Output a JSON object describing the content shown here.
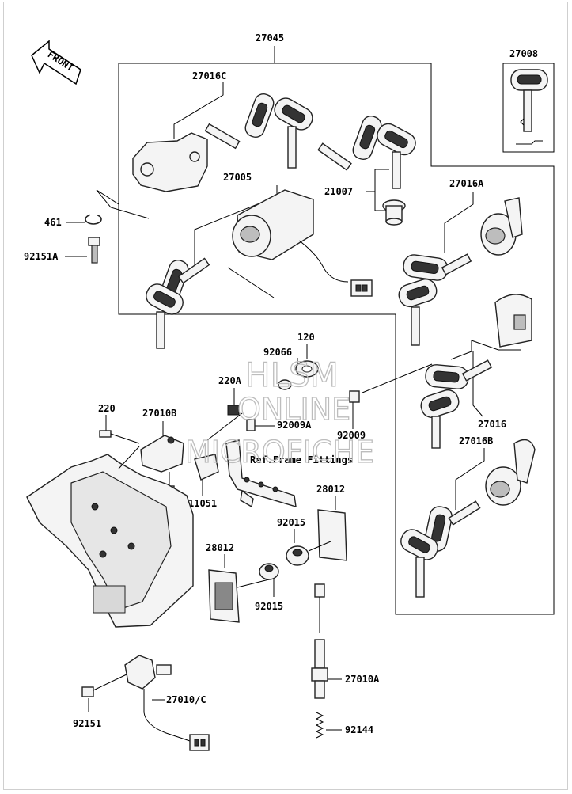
{
  "direction_label": "FRONT",
  "labels": {
    "p27045": "27045",
    "p27008": "27008",
    "p27016C": "27016C",
    "p27005": "27005",
    "p21007": "21007",
    "p27016A": "27016A",
    "p461": "461",
    "p92151A": "92151A",
    "p120": "120",
    "p92066": "92066",
    "p220A": "220A",
    "p92009A": "92009A",
    "p92009": "92009",
    "p27016": "27016",
    "p27016B": "27016B",
    "p220": "220",
    "p27010B": "27010B",
    "p11051": "11051",
    "p28012a": "28012",
    "p28012b": "28012",
    "p92015a": "92015",
    "p92015b": "92015",
    "p27010A": "27010A",
    "p27010C": "27010/C",
    "p92151": "92151",
    "p92144": "92144"
  },
  "ref_note": "Ref.Frame Fittings",
  "watermark": {
    "line1": "HLSM",
    "line2": "ONLINE",
    "line3": "MICROFICHE"
  }
}
